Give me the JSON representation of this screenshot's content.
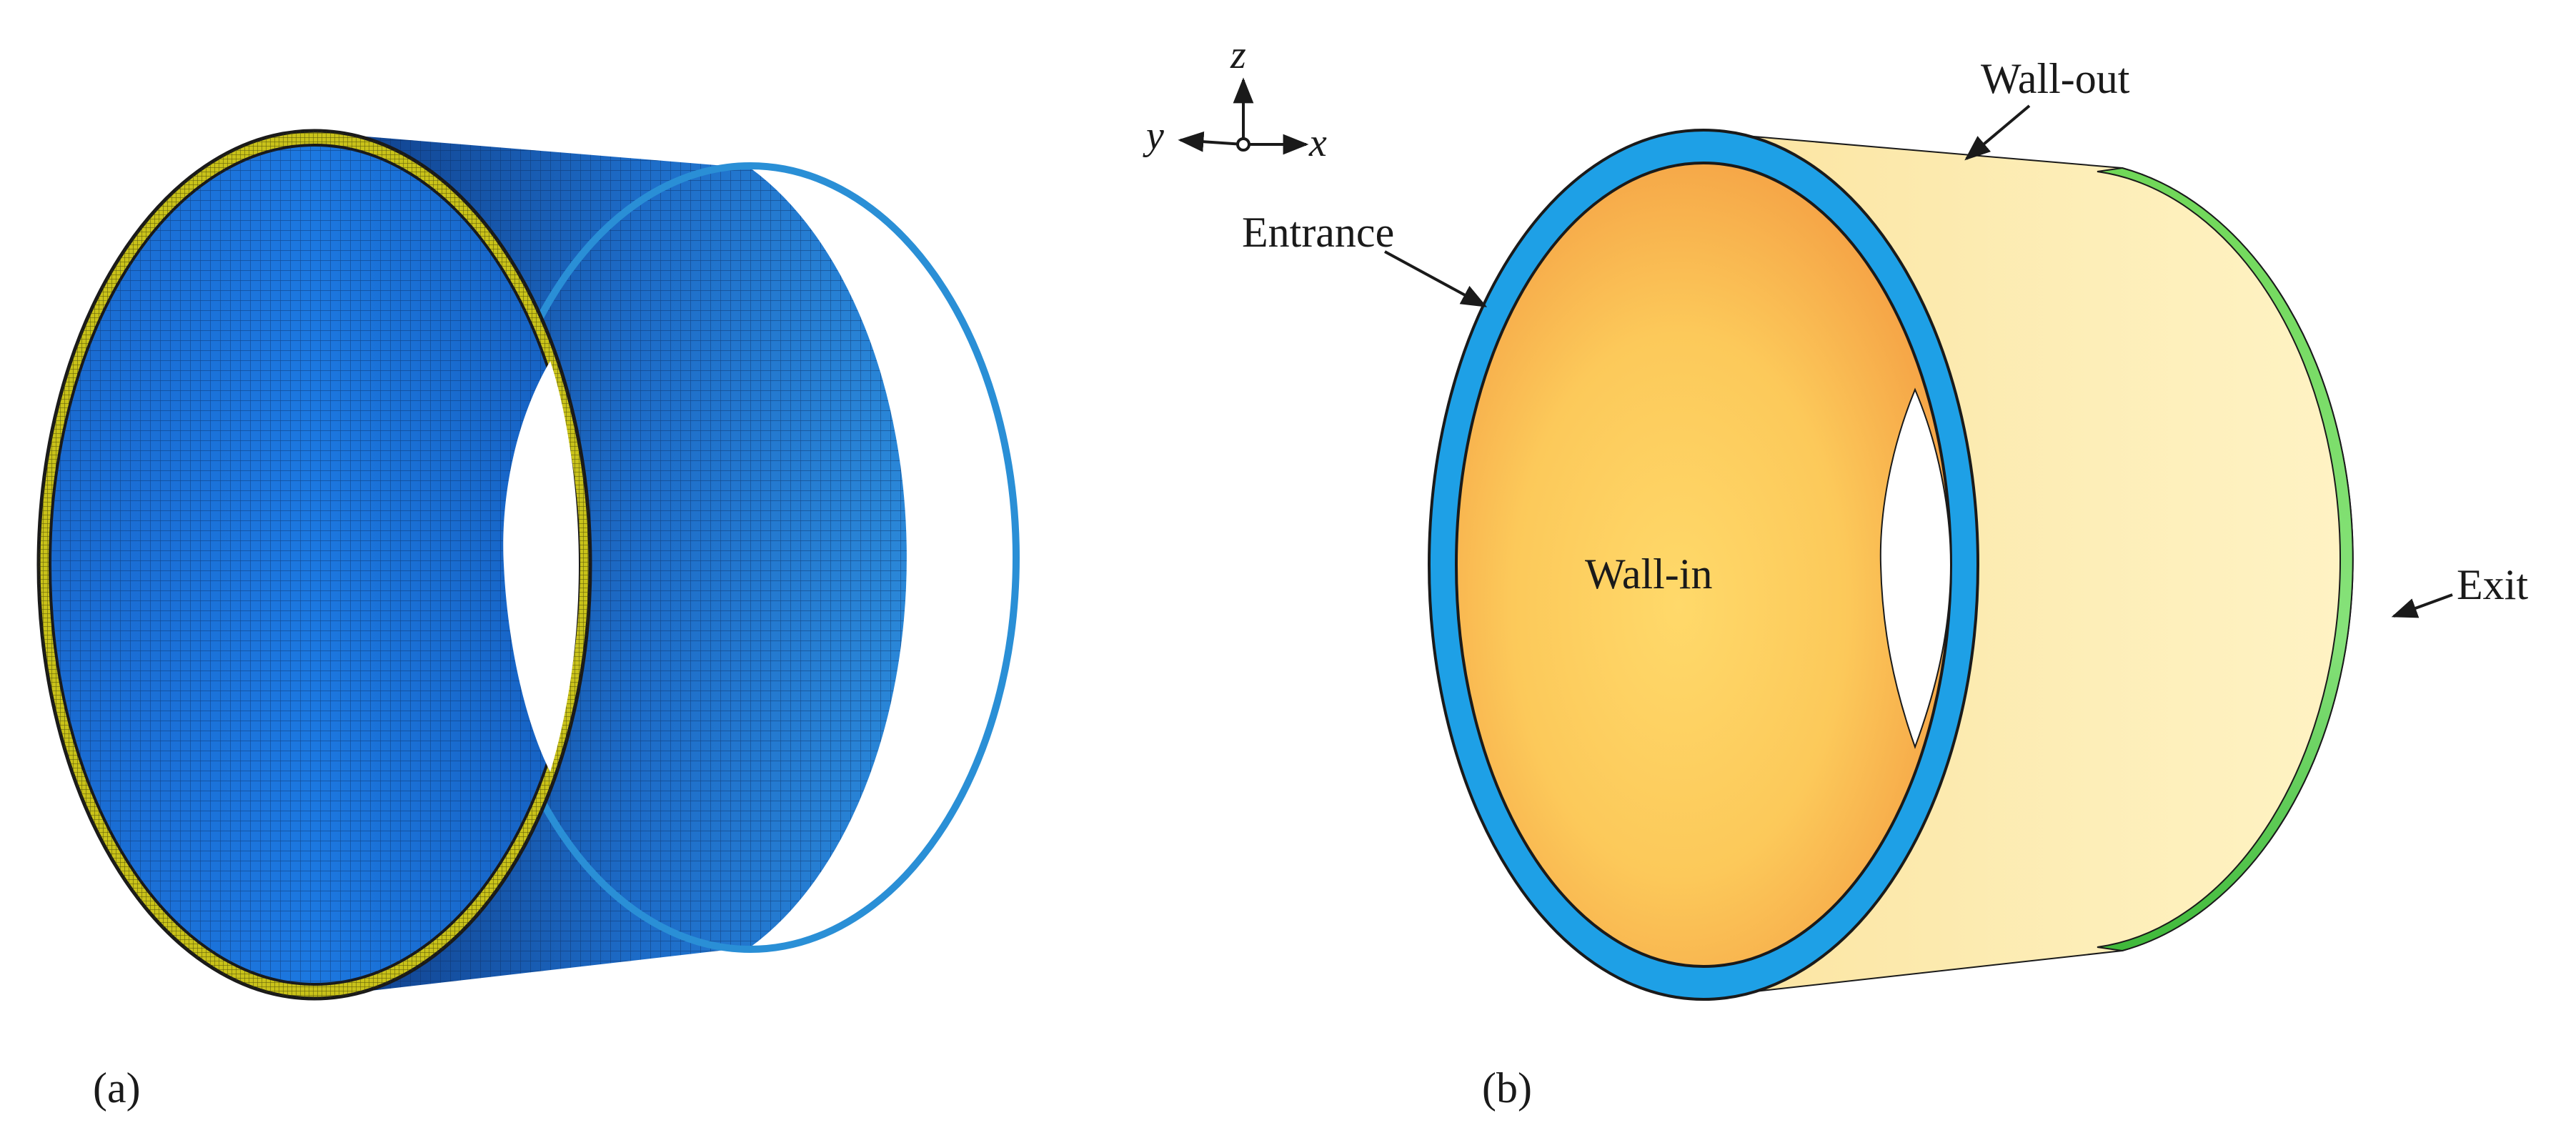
{
  "panels": {
    "a": {
      "caption": "(a)"
    },
    "b": {
      "caption": "(b)",
      "labels": {
        "entrance": "Entrance",
        "wall_in": "Wall-in",
        "wall_out": "Wall-out",
        "exit": "Exit"
      }
    }
  },
  "axes": {
    "z": "z",
    "y": "y",
    "x": "x"
  },
  "colors": {
    "mesh_blue": "#1b6fd0",
    "mesh_dark_blue": "#0f3f8e",
    "mesh_yellow": "#c9c21a",
    "entrance_blue": "#1ea0e6",
    "wall_in_orange": "#f6a24a",
    "wall_out_cream": "#fde9ad",
    "exit_green": "#7ddb6a"
  }
}
